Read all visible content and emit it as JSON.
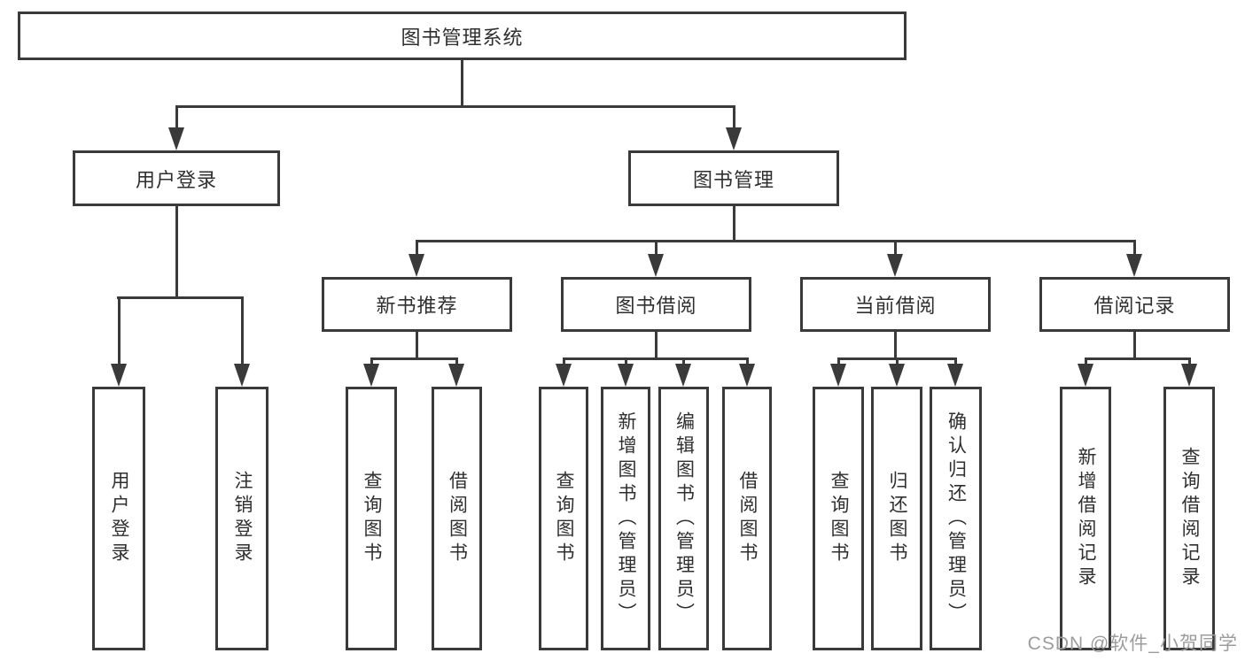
{
  "diagram": {
    "root": {
      "label": "图书管理系统"
    },
    "user_login": {
      "label": "用户登录",
      "children": [
        {
          "label": "用户登录"
        },
        {
          "label": "注销登录"
        }
      ]
    },
    "book_management": {
      "label": "图书管理",
      "branches": [
        {
          "label": "新书推荐",
          "children": [
            {
              "label": "查询图书"
            },
            {
              "label": "借阅图书"
            }
          ]
        },
        {
          "label": "图书借阅",
          "children": [
            {
              "label": "查询图书"
            },
            {
              "label": "新增图书（管理员）"
            },
            {
              "label": "编辑图书（管理员）"
            },
            {
              "label": "借阅图书"
            }
          ]
        },
        {
          "label": "当前借阅",
          "children": [
            {
              "label": "查询图书"
            },
            {
              "label": "归还图书"
            },
            {
              "label": "确认归还（管理员）"
            }
          ]
        },
        {
          "label": "借阅记录",
          "children": [
            {
              "label": "新增借阅记录"
            },
            {
              "label": "查询借阅记录"
            }
          ]
        }
      ]
    }
  },
  "watermark": {
    "text": "CSDN @软件_小贺同学"
  },
  "colors": {
    "stroke": "#3a3a3a",
    "text": "#2f2f2f",
    "watermark": "#9c9c9c",
    "background": "#ffffff"
  }
}
